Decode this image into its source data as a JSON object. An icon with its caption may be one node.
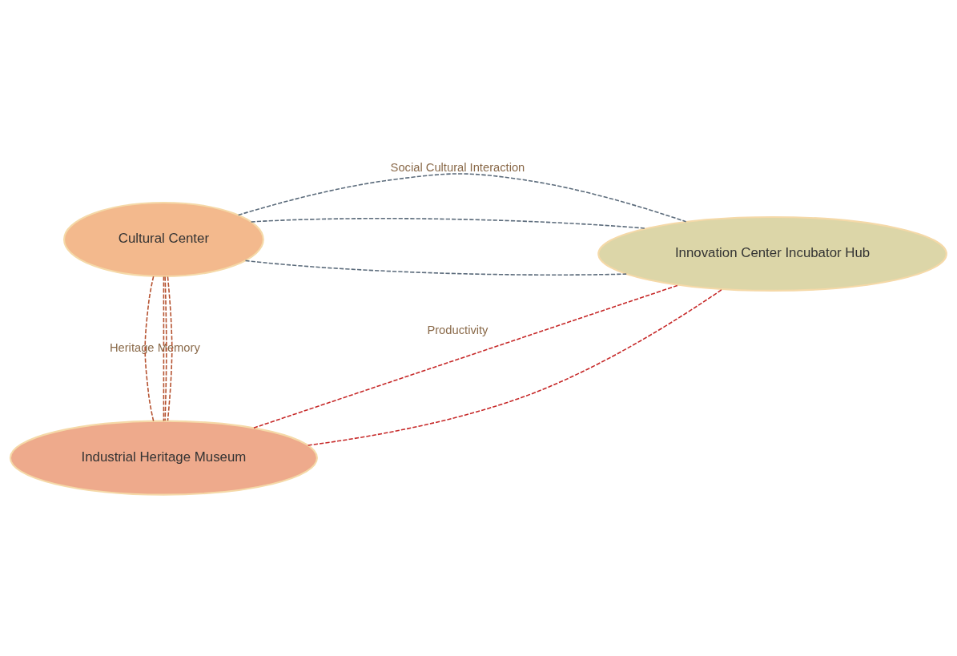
{
  "diagram": {
    "nodes": [
      {
        "text": [
          "Cultural Center"
        ]
      },
      {
        "text": [
          "Industrial Heritage Museum"
        ]
      },
      {
        "text": [
          "Innovation Center Incubator Hub"
        ]
      }
    ],
    "edges": [
      {
        "from": 0,
        "to": 1,
        "arrow": "none",
        "style": "dashed",
        "label": "Heritage Memory"
      },
      {
        "from": 0,
        "to": 1,
        "arrow": "none",
        "style": "dashed"
      },
      {
        "from": 0,
        "to": 1,
        "arrow": "none",
        "style": "dashed"
      },
      {
        "from": 0,
        "to": 1,
        "arrow": "none",
        "style": "dashed"
      },
      {
        "from": 0,
        "to": 2,
        "arrow": "none",
        "style": "dashed",
        "color": "#5b6b7b",
        "label": "Social Cultural Interaction"
      },
      {
        "from": 0,
        "to": 2,
        "arrow": "none",
        "style": "dashed",
        "color": "#5b6b7b"
      },
      {
        "from": 0,
        "to": 2,
        "arrow": "none",
        "style": "dashed",
        "color": "#5b6b7b"
      },
      {
        "from": 1,
        "to": 2,
        "arrow": "none",
        "style": "dashed",
        "color": "#c62828",
        "label": "Productivity"
      },
      {
        "from": 1,
        "to": 2,
        "arrow": "none",
        "style": "dashed",
        "color": "#c62828"
      }
    ]
  }
}
